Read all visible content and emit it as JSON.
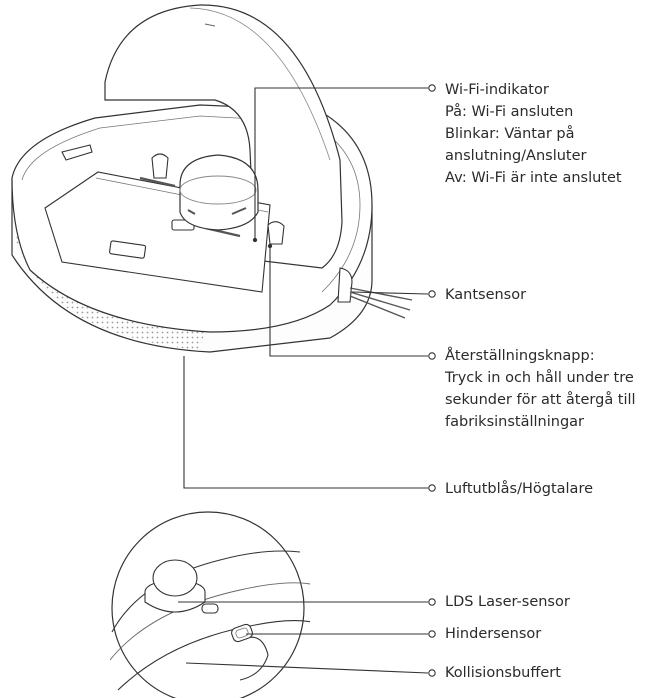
{
  "callouts": {
    "wifi": {
      "title": "Wi-Fi-indikator",
      "line1": "På: Wi-Fi ansluten",
      "line2": "Blinkar: Väntar på",
      "line3": "anslutning/Ansluter",
      "line4": "Av: Wi-Fi är inte anslutet"
    },
    "edge_sensor": {
      "title": "Kantsensor"
    },
    "reset": {
      "title": "Återställningsknapp:",
      "line1": "Tryck in och håll under tre",
      "line2": "sekunder för att återgå till",
      "line3": "fabriksinställningar"
    },
    "air_outlet": {
      "title": "Luftutblås/Högtalare"
    },
    "lds": {
      "title": "LDS Laser-sensor"
    },
    "obstacle": {
      "title": "Hindersensor"
    },
    "bumper": {
      "title": "Kollisionsbuffert"
    }
  }
}
